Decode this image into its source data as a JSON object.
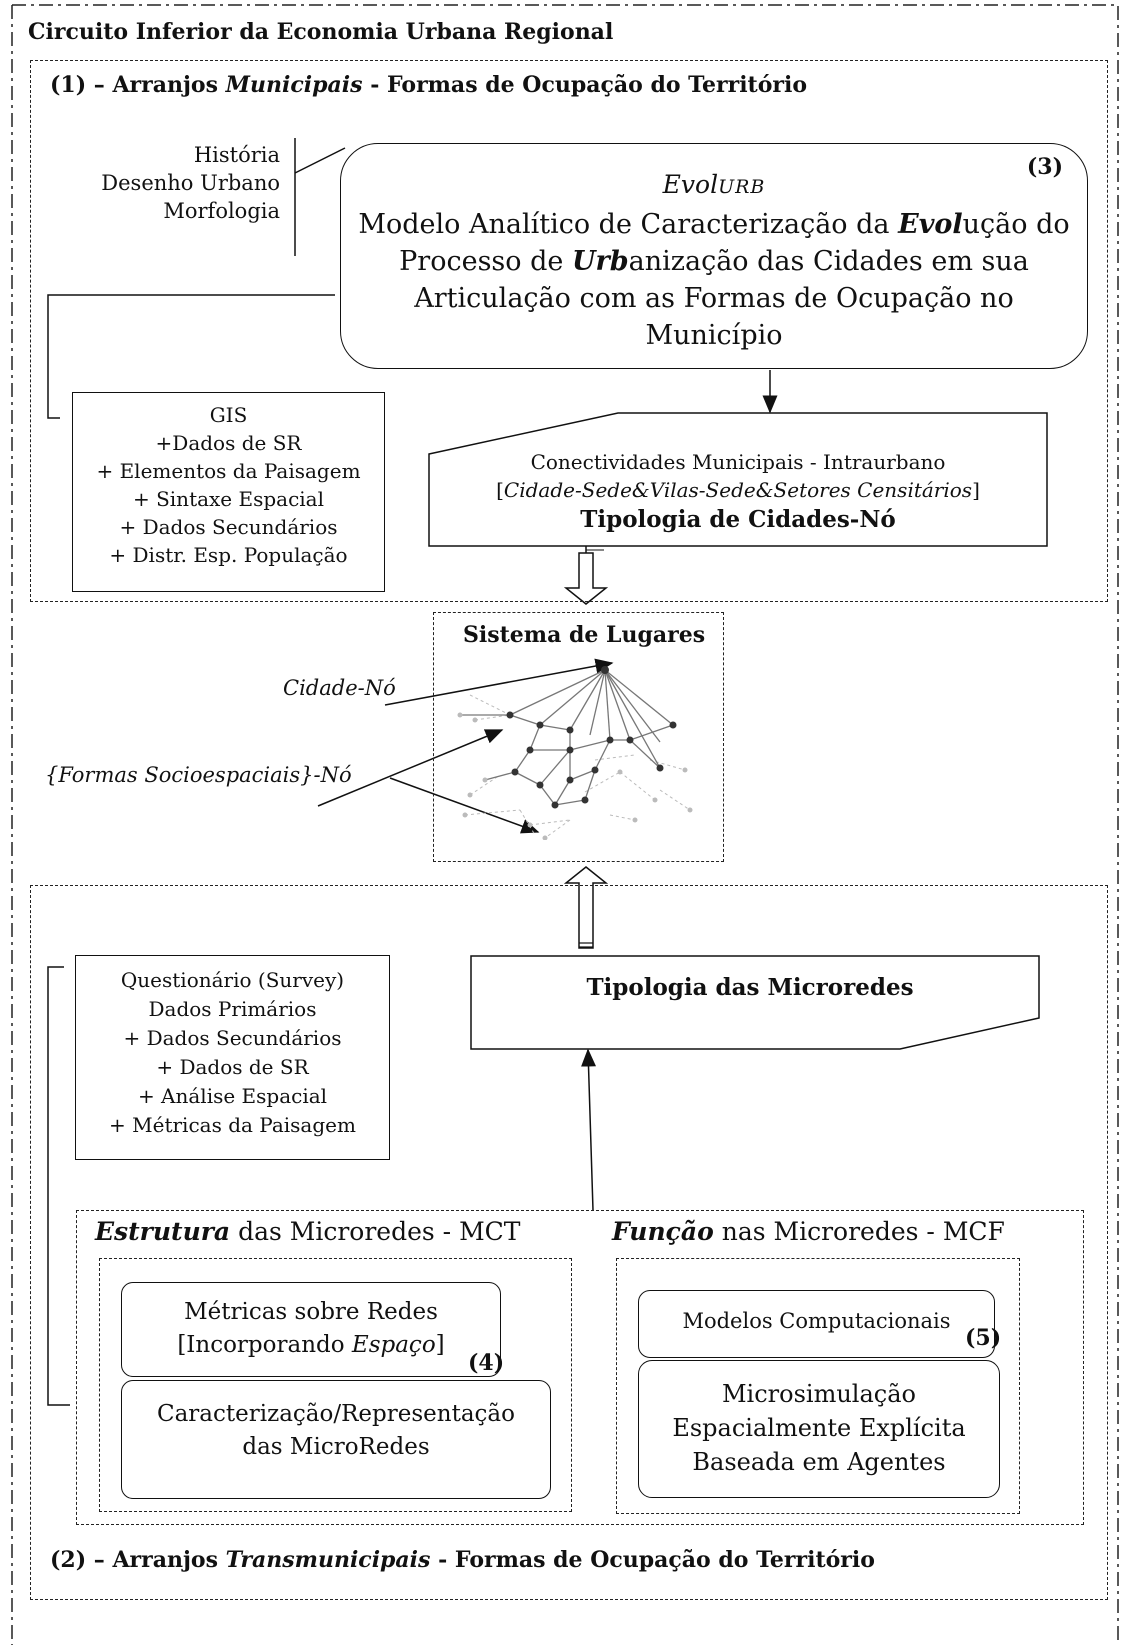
{
  "title": "Circuito Inferior da Economia Urbana Regional",
  "section1": {
    "num": "(1) –",
    "pre": "Arranjos",
    "ital": "Municipais",
    "post": "- Formas de Ocupação do Território"
  },
  "disciplines": [
    "História",
    "Desenho Urbano",
    "Morfologia"
  ],
  "evolurb": {
    "name_a": "Evol",
    "name_b": "URB",
    "line1": "Modelo  Analítico de Caracterização da",
    "evol": "Evol",
    "line1_end": "ução do",
    "line2_a": "Processo de",
    "urb": "Urb",
    "line2_b": "anização das Cidades em sua",
    "line3": "Articulação com as  Formas de Ocupação no",
    "line4": "Município",
    "num": "(3)"
  },
  "gis": [
    "GIS",
    "+Dados de SR",
    "+ Elementos da Paisagem",
    "+ Sintaxe Espacial",
    "+ Dados Secundários",
    "+ Distr. Esp. População"
  ],
  "conect": {
    "line1": "Conectividades Municipais - Intraurbano",
    "bracket_open": "[",
    "line2": "Cidade-Sede&Vilas-Sede&Setores Censitários",
    "bracket_close": "]",
    "title": "Tipologia de Cidades-Nó"
  },
  "sistema": {
    "title": "Sistema de Lugares",
    "label_node": "Cidade-Nó",
    "label_forms": "{Formas Socioespaciais}-Nó"
  },
  "survey": [
    "Questionário (Survey)",
    "Dados Primários",
    "+ Dados Secundários",
    "+ Dados de SR",
    "+ Análise Espacial",
    "+ Métricas da Paisagem"
  ],
  "microredes_title": "Tipologia das Microredes",
  "estrutura": {
    "ital": "Estrutura",
    "rest": "das Microredes - MCT",
    "box1_line1": "Métricas sobre Redes",
    "box1_line2_a": "[Incorporando",
    "box1_line2_ital": "Espaço",
    "box1_line2_b": "]",
    "num": "(4)",
    "box2_line1": "Caracterização/Representação",
    "box2_line2": "das MicroRedes"
  },
  "funcao": {
    "ital": "Função",
    "rest": "nas Microredes - MCF",
    "box1": "Modelos Computacionais",
    "num": "(5)",
    "box2": [
      "Microsimulação",
      "Espacialmente Explícita",
      "Baseada em Agentes"
    ]
  },
  "section2": {
    "num": "(2) –",
    "pre": "Arranjos",
    "ital": "Transmunicipais",
    "post": "- Formas de Ocupação do Território"
  }
}
